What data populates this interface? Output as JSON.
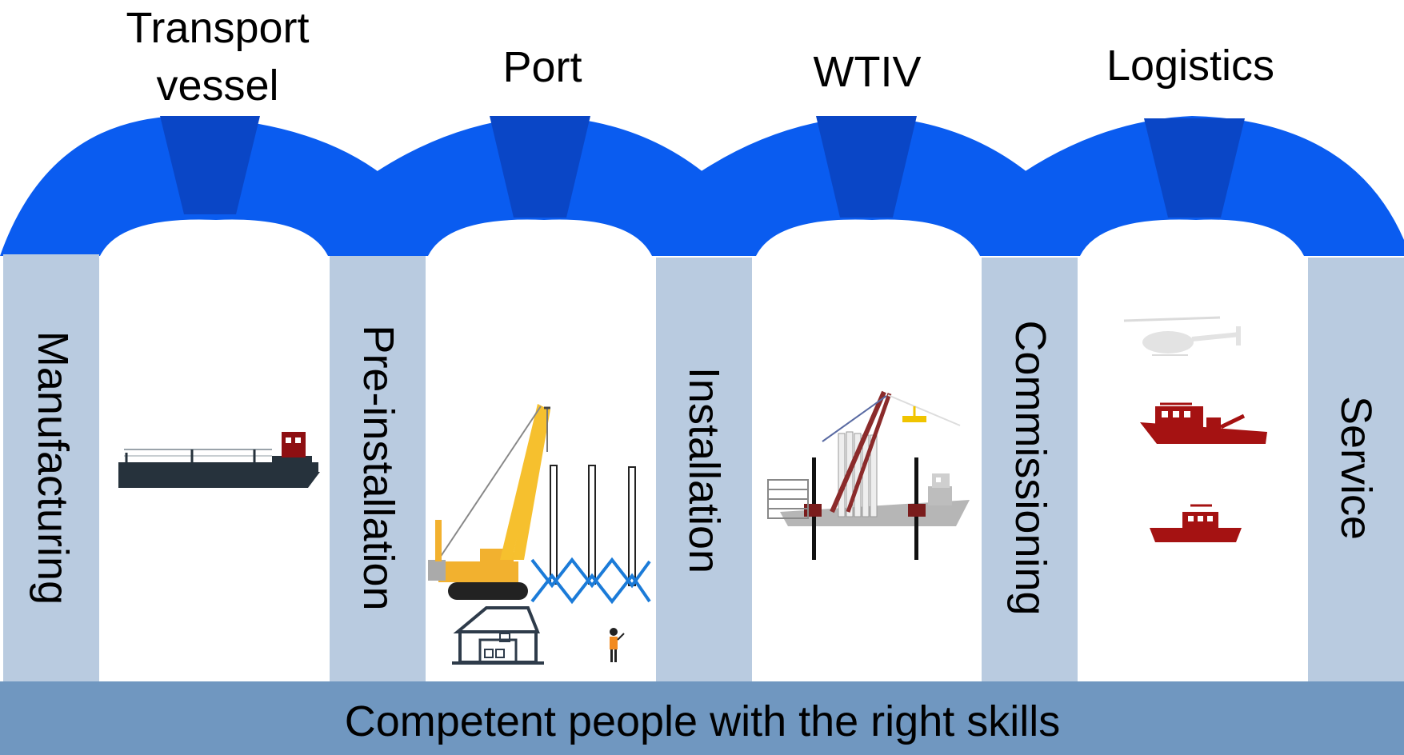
{
  "diagram": {
    "arch_labels": [
      {
        "id": "transport",
        "lines": [
          "Transport",
          "vessel"
        ]
      },
      {
        "id": "port",
        "lines": [
          "Port"
        ]
      },
      {
        "id": "wtiv",
        "lines": [
          "WTIV"
        ]
      },
      {
        "id": "logistics",
        "lines": [
          "Logistics"
        ]
      }
    ],
    "pillar_labels": {
      "manufacturing": "Manufacturing",
      "pre_installation": "Pre-installation",
      "installation": "Installation",
      "commissioning": "Commissioning",
      "service": "Service"
    },
    "base_label": "Competent people with the right skills",
    "icons": [
      "barge-icon",
      "crawler-crane-icon",
      "monopile-icon",
      "warehouse-icon",
      "worker-icon",
      "jackup-vessel-icon",
      "helicopter-icon",
      "ctv-vessel-icon",
      "small-vessel-icon"
    ],
    "colors": {
      "arch": "#0a5cf0",
      "keystone": "#0a46c6",
      "pillar": "#b9cbe0",
      "base": "#7097c0"
    }
  }
}
